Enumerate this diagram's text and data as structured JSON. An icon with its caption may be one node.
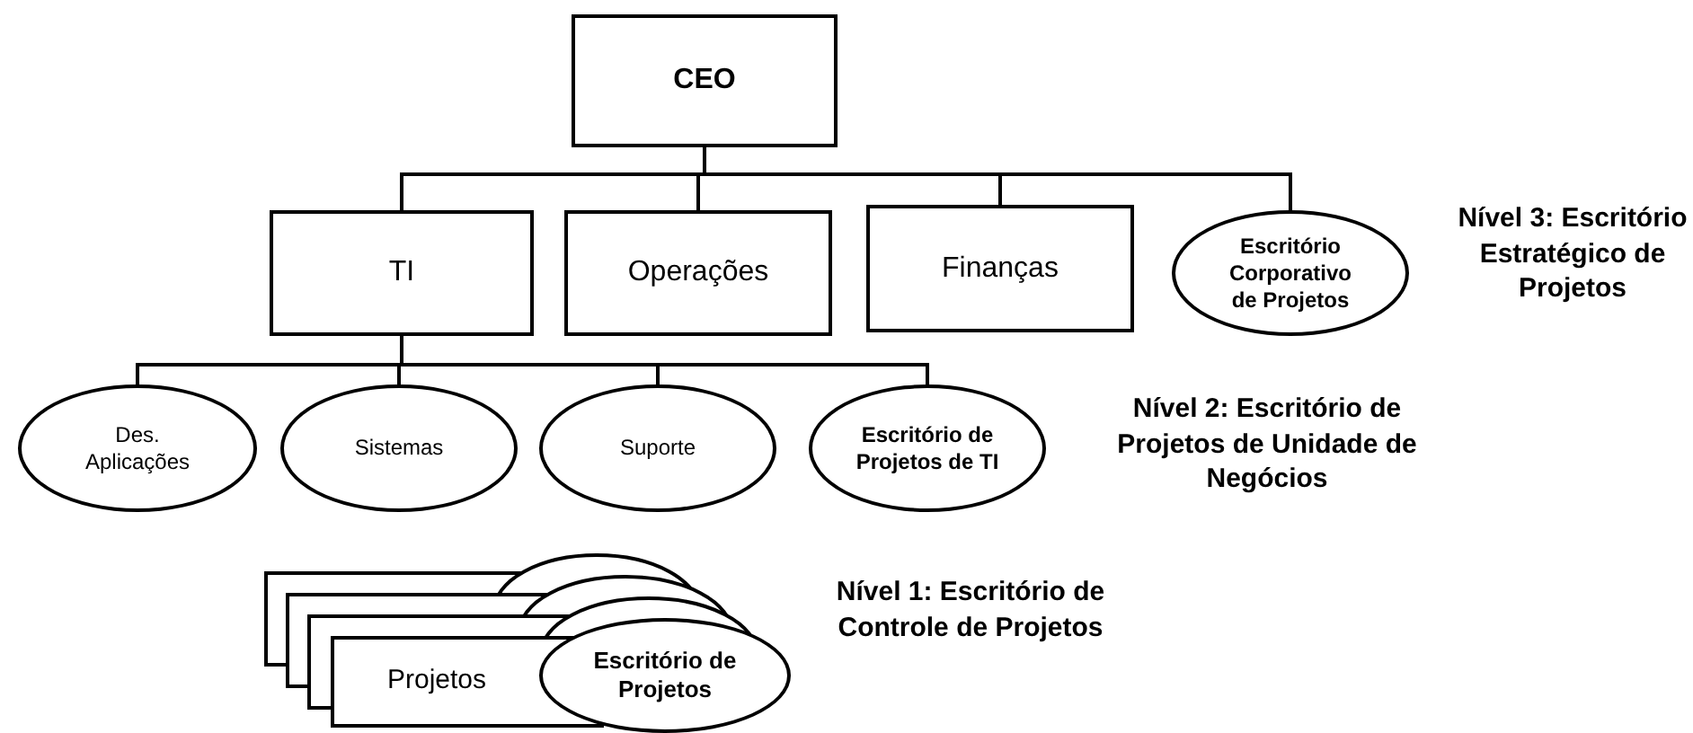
{
  "diagram": {
    "nodes": [
      {
        "text": [
          "CEO"
        ]
      },
      {
        "text": [
          "TI"
        ]
      },
      {
        "text": [
          "Operações"
        ]
      },
      {
        "text": [
          "Finanças"
        ]
      },
      {
        "text": [
          "Escritório Corporativo de Projetos"
        ]
      },
      {
        "text": [
          "Des. Aplicações"
        ]
      },
      {
        "text": [
          "Sistemas"
        ]
      },
      {
        "text": [
          "Suporte"
        ]
      },
      {
        "text": [
          "Escritório de Projetos de TI"
        ]
      },
      {
        "text": [
          "Projetos"
        ]
      },
      {
        "text": [
          "Escritório de Projetos"
        ]
      }
    ],
    "edges": [
      {
        "from": 0,
        "to": 1,
        "arrow": "none"
      },
      {
        "from": 0,
        "to": 2,
        "arrow": "none"
      },
      {
        "from": 0,
        "to": 3,
        "arrow": "none"
      },
      {
        "from": 0,
        "to": 4,
        "arrow": "none"
      },
      {
        "from": 1,
        "to": 5,
        "arrow": "none"
      },
      {
        "from": 1,
        "to": 6,
        "arrow": "none"
      },
      {
        "from": 1,
        "to": 7,
        "arrow": "none"
      },
      {
        "from": 1,
        "to": 8,
        "arrow": "none"
      }
    ],
    "labels": [
      "Nível 3: Escritório Estratégico de Projetos",
      "Nível 2: Escritório de Projetos de Unidade de Negócios",
      "Nível 1: Escritório de Controle de Projetos"
    ]
  }
}
